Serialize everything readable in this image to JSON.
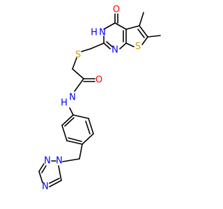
{
  "molecule": {
    "colors": {
      "carbon": "#000000",
      "oxygen": "#ff0000",
      "nitrogen": "#0000ff",
      "sulfur": "#c8a000"
    },
    "labels": {
      "o_carbonyl_ring": "O",
      "nh_ring": "H",
      "n_ring_nh": "N",
      "n_ring": "N",
      "s_thiophene": "S",
      "s_thioether": "S",
      "o_amide": "O",
      "nh_amide_n": "N",
      "nh_amide_h": "H",
      "triazole_n1": "N",
      "triazole_n2": "N",
      "triazole_n4": "N"
    }
  }
}
